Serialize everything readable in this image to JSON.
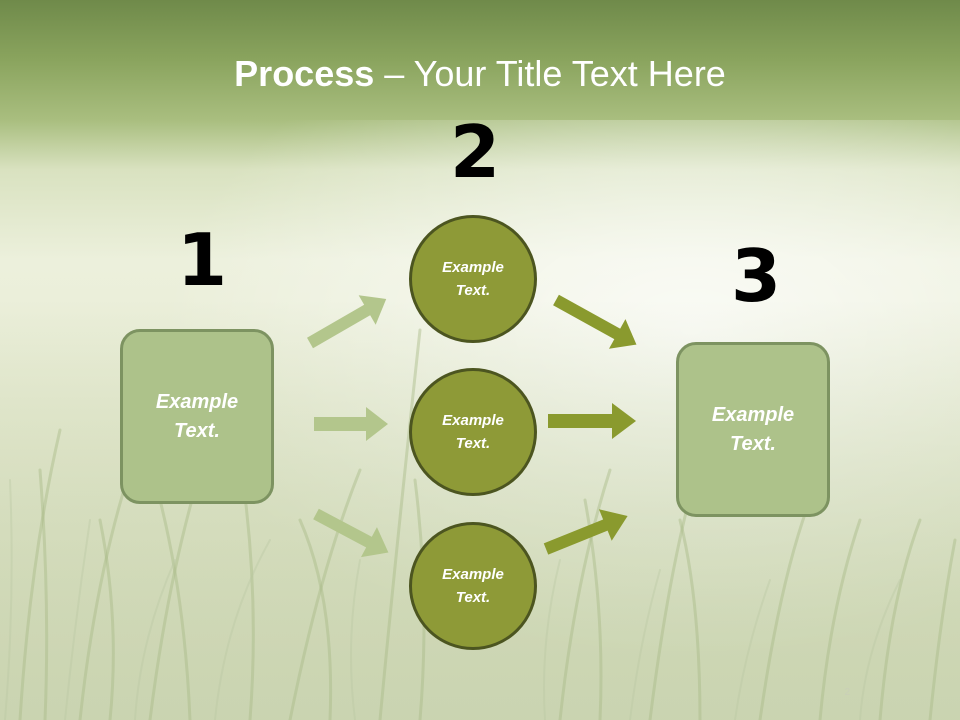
{
  "title": {
    "bold": "Process",
    "dash": " – ",
    "rest": "Your Title Text Here"
  },
  "steps": [
    {
      "number": "1",
      "label": "Example\nText."
    },
    {
      "number": "2",
      "circles": [
        "Example\nText.",
        "Example\nText.",
        "Example\nText."
      ]
    },
    {
      "number": "3",
      "label": "Example\nText."
    }
  ],
  "colors": {
    "box_fill": "#adc28a",
    "circle_fill": "#8e9a37",
    "arrow_light": "#b3c68c",
    "arrow_dark": "#8a9a2e",
    "title_band": "#7a9550"
  },
  "slide_number": "2"
}
